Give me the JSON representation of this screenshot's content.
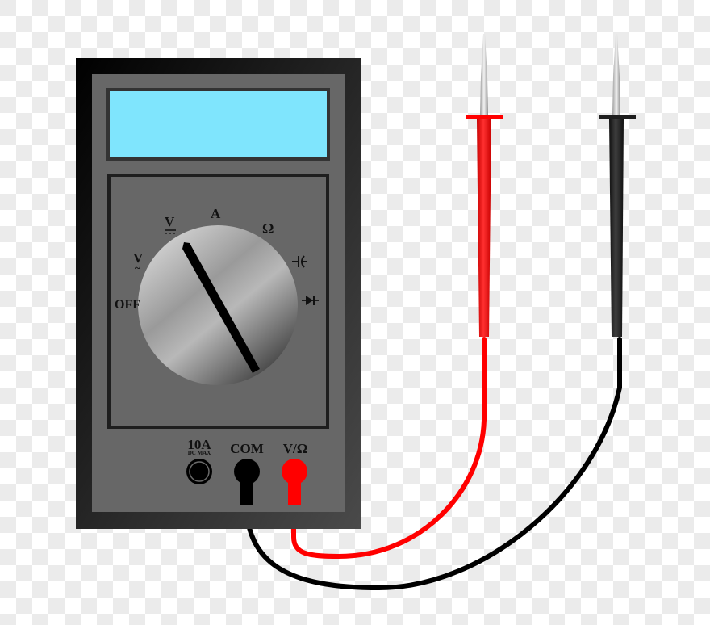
{
  "illustration": {
    "subject": "digital multimeter with test leads",
    "colors": {
      "body_outer": "#101010",
      "body_inner": "#676767",
      "display": "#7fe5fd",
      "display_border": "#333333",
      "knob_light": "#c4c4c4",
      "knob_dark": "#4a4a4a",
      "pointer": "#000000",
      "red_lead": "#ff0000",
      "black_lead": "#000000",
      "probe_tip": "#d0d0d0"
    }
  },
  "dial": {
    "labels": {
      "off": "OFF",
      "v_ac": "V",
      "v_ac_symbol": "~",
      "v_dc": "V",
      "v_dc_symbol": "⎓",
      "amps": "A",
      "ohms": "Ω"
    },
    "icons": [
      "capacitor-icon",
      "diode-icon"
    ],
    "selected": "V~ / V⎓ (pointer between)"
  },
  "jacks": {
    "ten_amp": {
      "label": "10A",
      "sublabel": "DC MAX"
    },
    "com": {
      "label": "COM"
    },
    "volt_ohm": {
      "label": "V/Ω"
    }
  },
  "leads": [
    {
      "name": "red",
      "plugged_into": "V/Ω"
    },
    {
      "name": "black",
      "plugged_into": "COM"
    }
  ]
}
